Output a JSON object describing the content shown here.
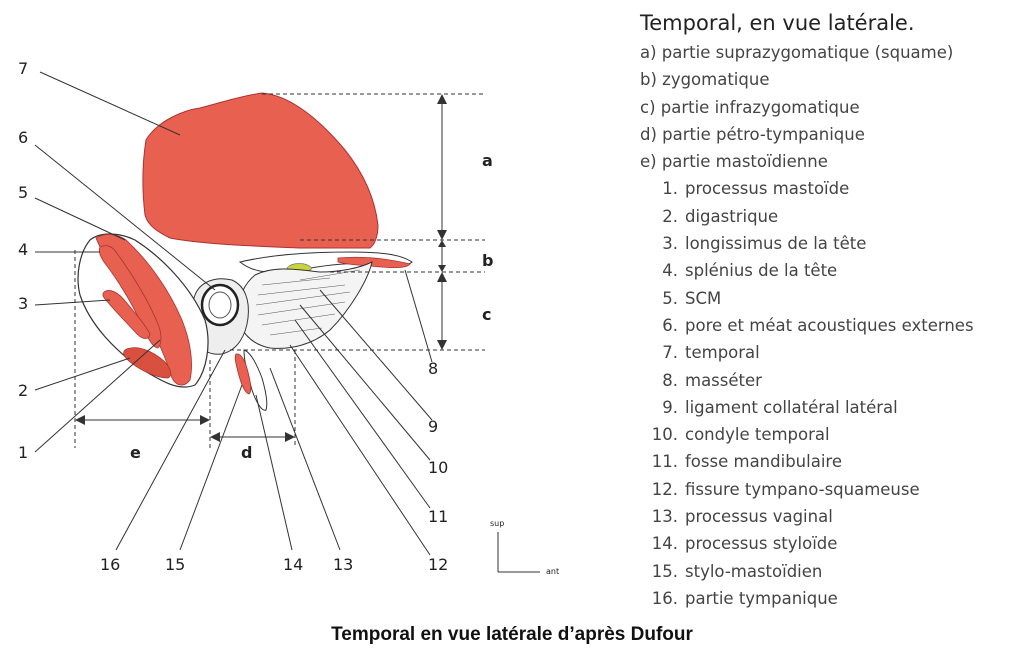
{
  "title": "Temporal, en vue latérale.",
  "parts": [
    "a) partie suprazygomatique (squame)",
    "b) zygomatique",
    "c) partie infrazygomatique",
    "d) partie pétro-tympanique",
    "e) partie mastoïdienne"
  ],
  "structures": [
    {
      "num": "1.",
      "label": "processus mastoïde"
    },
    {
      "num": "2.",
      "label": "digastrique"
    },
    {
      "num": "3.",
      "label": "longissimus de la tête"
    },
    {
      "num": "4.",
      "label": "splénius de la tête"
    },
    {
      "num": "5.",
      "label": "SCM"
    },
    {
      "num": "6.",
      "label": "pore et méat acoustiques externes"
    },
    {
      "num": "7.",
      "label": "temporal"
    },
    {
      "num": "8.",
      "label": "masséter"
    },
    {
      "num": "9.",
      "label": "ligament collatéral latéral"
    },
    {
      "num": "10.",
      "label": "condyle temporal"
    },
    {
      "num": "11.",
      "label": "fosse mandibulaire"
    },
    {
      "num": "12.",
      "label": "fissure tympano-squameuse"
    },
    {
      "num": "13.",
      "label": "processus vaginal"
    },
    {
      "num": "14.",
      "label": "processus styloïde"
    },
    {
      "num": "15.",
      "label": "stylo-mastoïdien"
    },
    {
      "num": "16.",
      "label": "partie tympanique"
    }
  ],
  "figure": {
    "numbers": [
      "1",
      "2",
      "3",
      "4",
      "5",
      "6",
      "7",
      "8",
      "9",
      "10",
      "11",
      "12",
      "13",
      "14",
      "15",
      "16"
    ],
    "letters": [
      "a",
      "b",
      "c",
      "d",
      "e"
    ],
    "orientation_sup": "sup",
    "orientation_ant": "ant"
  },
  "caption": "Temporal en vue latérale d’après Dufour",
  "colors": {
    "muscle": "#e8604f",
    "muscle_dark": "#d9503f",
    "green": "#c8d43a"
  }
}
